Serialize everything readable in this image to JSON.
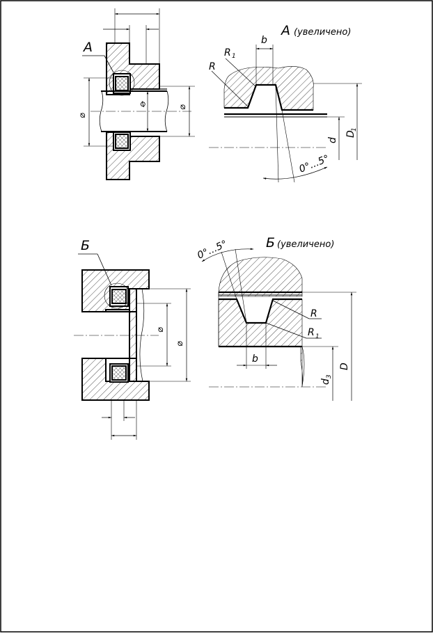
{
  "views": {
    "a": {
      "callout": "А",
      "title": "А (увеличено)",
      "labels": {
        "b": "b",
        "r1": "R",
        "r1_sub": "1",
        "r": "R",
        "d": "d",
        "d1": "D",
        "d1_sub": "1",
        "angle": "0°...5°",
        "dia_outer": "⌀",
        "dia_shaft": "⌀",
        "dia_right": "⌀"
      }
    },
    "b": {
      "callout": "Б",
      "title": "Б (увеличено)",
      "labels": {
        "angle": "0°...5°",
        "r": "R",
        "r1": "R",
        "r1_sub": "1",
        "b": "b",
        "d3": "d",
        "d3_sub": "3",
        "D": "D",
        "dia_inner": "⌀",
        "dia_outer": "⌀"
      }
    }
  },
  "colors": {
    "line": "#000000",
    "paper": "#ffffff"
  }
}
